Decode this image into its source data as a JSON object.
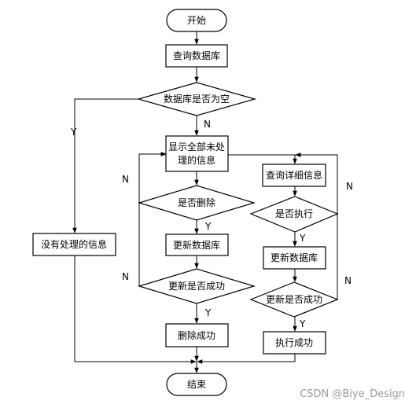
{
  "nodes": {
    "start": "开始",
    "query_db": "查询数据库",
    "is_empty": "数据库是否为空",
    "show_unprocessed_1": "显示全部未处",
    "show_unprocessed_2": "理的信息",
    "is_delete": "是否删除",
    "update_db_left": "更新数据库",
    "update_success_left": "更新是否成功",
    "delete_success": "删除成功",
    "no_unprocessed": "没有处理的信息",
    "query_detail": "查询详细信息",
    "is_execute": "是否执行",
    "update_db_right": "更新数据库",
    "update_success_right": "更新是否成功",
    "execute_success": "执行成功",
    "end": "结束"
  },
  "edges": {
    "yes": "Y",
    "no": "N"
  },
  "watermark": "CSDN @Biye_Design"
}
